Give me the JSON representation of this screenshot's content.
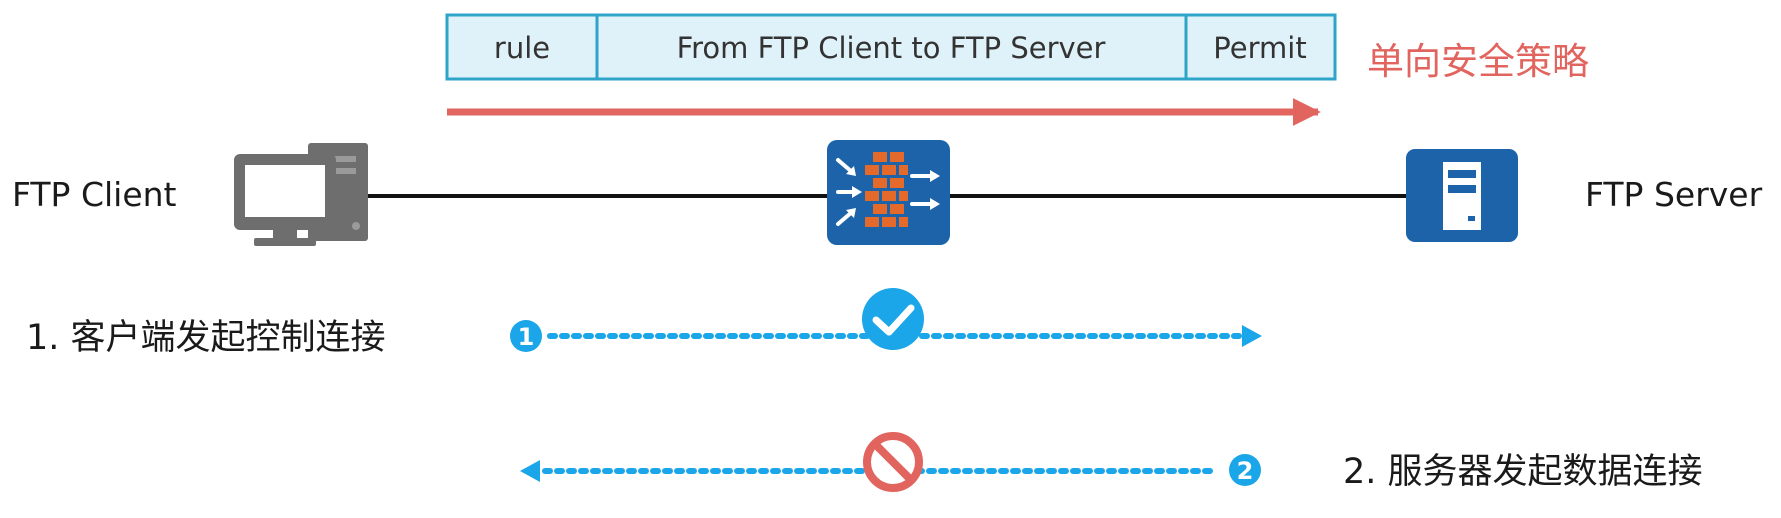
{
  "rule_table": {
    "cells": [
      "rule",
      "From FTP Client to FTP Server",
      "Permit"
    ],
    "border_color": "#2fa4c9",
    "fill_color": "#dff2f9"
  },
  "policy": {
    "label": "单向安全策略",
    "color": "#e2645e"
  },
  "nodes": {
    "client": {
      "label": "FTP Client",
      "icon": "desktop-computer-icon"
    },
    "firewall": {
      "icon": "firewall-icon"
    },
    "server": {
      "label": "FTP Server",
      "icon": "server-icon"
    }
  },
  "steps": [
    {
      "number": "1",
      "label": "1. 客户端发起控制连接",
      "direction": "client-to-server",
      "result": "permitted",
      "result_icon": "check-icon"
    },
    {
      "number": "2",
      "label": "2. 服务器发起数据连接",
      "direction": "server-to-client",
      "result": "blocked",
      "result_icon": "prohibited-icon"
    }
  ],
  "colors": {
    "flow": "#1aa6e8",
    "allow": "#1aa6e8",
    "deny": "#e2645e",
    "device": "#1d63aa"
  }
}
